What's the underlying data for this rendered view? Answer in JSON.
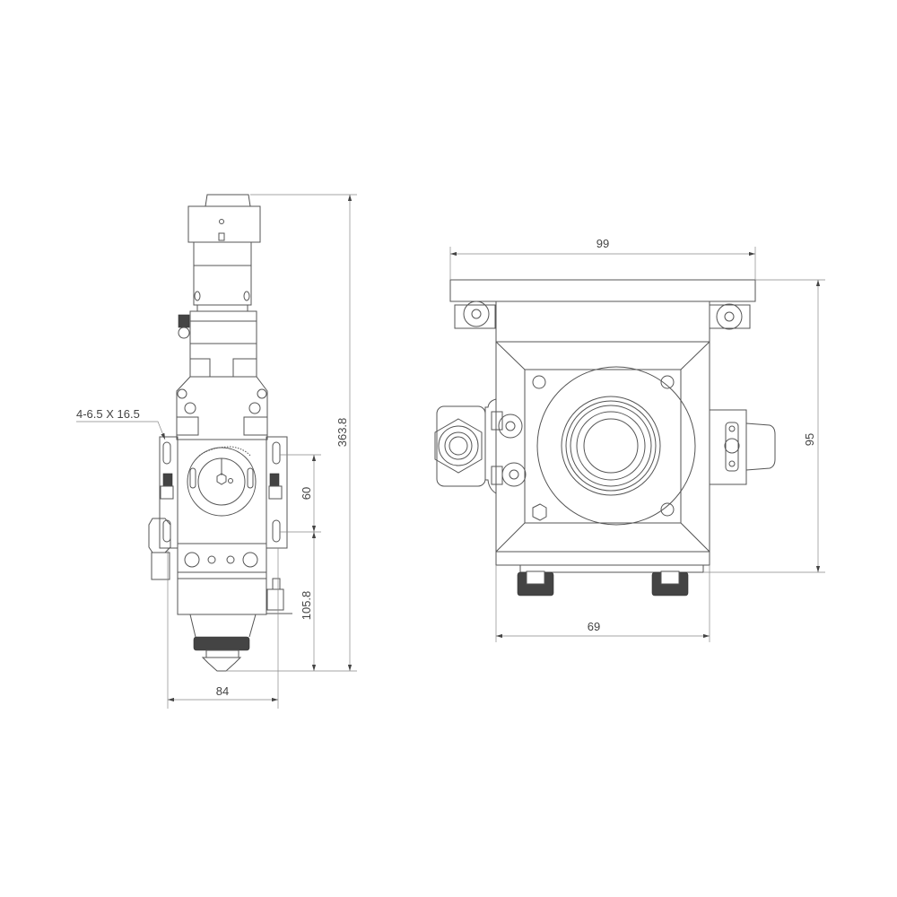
{
  "drawing": {
    "side_view": {
      "dimensions": {
        "total_height": "363.8",
        "slot_spacing": "60",
        "slot_to_tip": "105.8",
        "width": "84",
        "slot_callout": "4-6.5 X 16.5"
      }
    },
    "bottom_view": {
      "dimensions": {
        "plate_width": "99",
        "depth": "95",
        "body_width": "69"
      }
    },
    "colors": {
      "line": "#555555",
      "text": "#444444"
    }
  }
}
